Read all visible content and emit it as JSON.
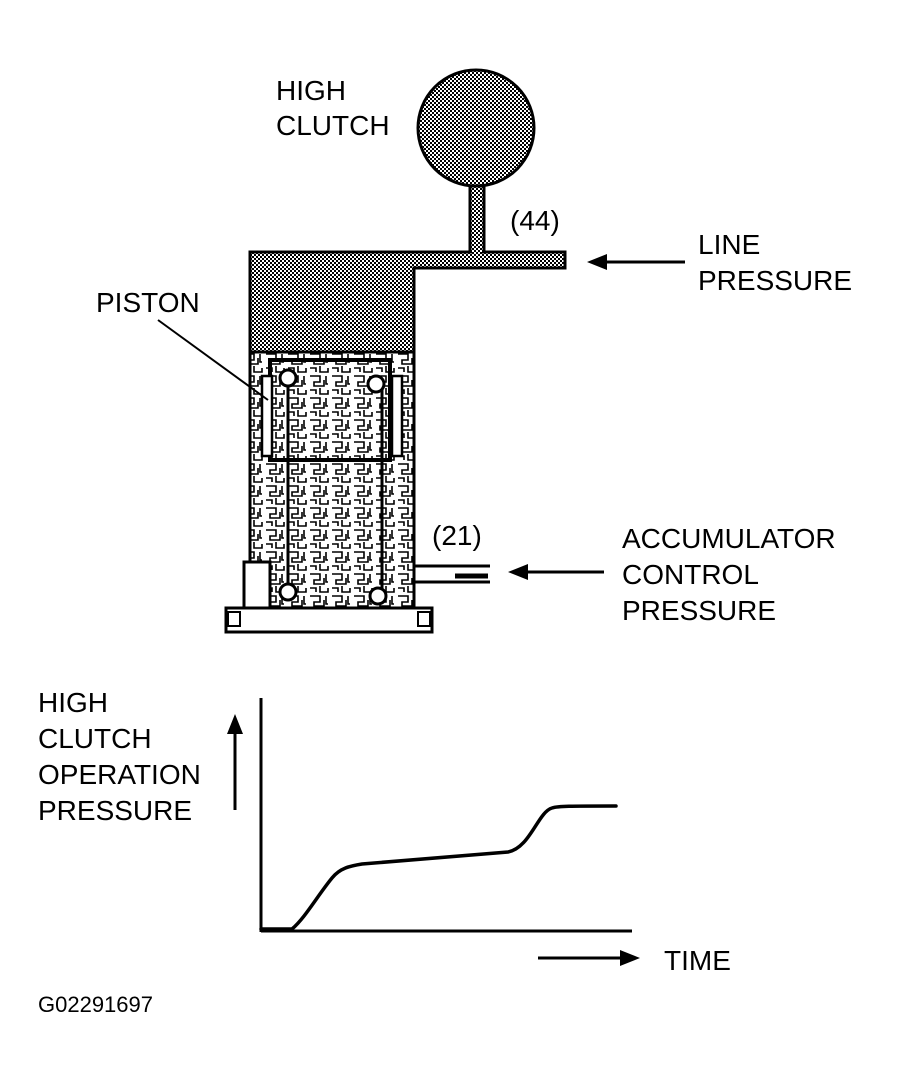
{
  "labels": {
    "high_clutch_line1": "HIGH",
    "high_clutch_line2": "CLUTCH",
    "port_44": "(44)",
    "line_pressure_line1": "LINE",
    "line_pressure_line2": "PRESSURE",
    "piston": "PISTON",
    "port_21": "(21)",
    "accumulator_line1": "ACCUMULATOR",
    "accumulator_line2": "CONTROL",
    "accumulator_line3": "PRESSURE"
  },
  "graph": {
    "ylabel_line1": "HIGH",
    "ylabel_line2": "CLUTCH",
    "ylabel_line3": "OPERATION",
    "ylabel_line4": "PRESSURE",
    "xlabel": "TIME"
  },
  "figure_id": "G02291697",
  "colors": {
    "ink": "#000000",
    "paper": "#ffffff"
  },
  "icons": {
    "line_pressure_arrow": "left-arrow-icon",
    "accumulator_arrow": "left-arrow-icon",
    "y_axis_arrow": "up-arrow-icon",
    "time_arrow": "right-arrow-icon"
  }
}
